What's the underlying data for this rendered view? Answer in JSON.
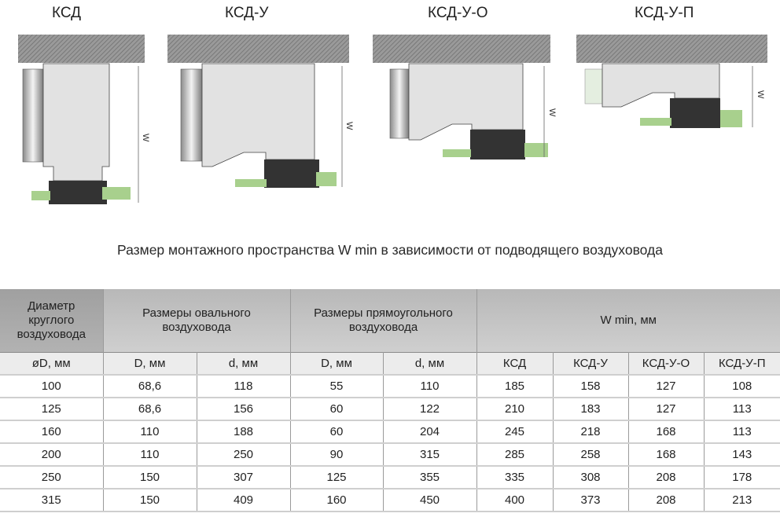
{
  "diagrams": [
    {
      "title": "КСД",
      "dim_label": "W"
    },
    {
      "title": "КСД-У",
      "dim_label": "W"
    },
    {
      "title": "КСД-У-О",
      "dim_label": "W"
    },
    {
      "title": "КСД-У-П",
      "dim_label": "W"
    }
  ],
  "caption": "Размер монтажного пространства W min в зависимости от подводящего воздуховода",
  "table": {
    "header": {
      "col1": "Диаметр круглого воздуховода",
      "oval": "Размеры овального воздуховода",
      "rect": "Размеры прямоугольного воздуховода",
      "wmin": "W min, мм"
    },
    "subheader": [
      "øD, мм",
      "D, мм",
      "d, мм",
      "D, мм",
      "d, мм",
      "КСД",
      "КСД-У",
      "КСД-У-О",
      "КСД-У-П"
    ],
    "rows": [
      [
        "100",
        "68,6",
        "118",
        "55",
        "110",
        "185",
        "158",
        "127",
        "108"
      ],
      [
        "125",
        "68,6",
        "156",
        "60",
        "122",
        "210",
        "183",
        "127",
        "113"
      ],
      [
        "160",
        "110",
        "188",
        "60",
        "204",
        "245",
        "218",
        "168",
        "113"
      ],
      [
        "200",
        "110",
        "250",
        "90",
        "315",
        "285",
        "258",
        "168",
        "143"
      ],
      [
        "250",
        "150",
        "307",
        "125",
        "355",
        "335",
        "308",
        "208",
        "178"
      ],
      [
        "315",
        "150",
        "409",
        "160",
        "450",
        "400",
        "373",
        "208",
        "213"
      ]
    ]
  }
}
